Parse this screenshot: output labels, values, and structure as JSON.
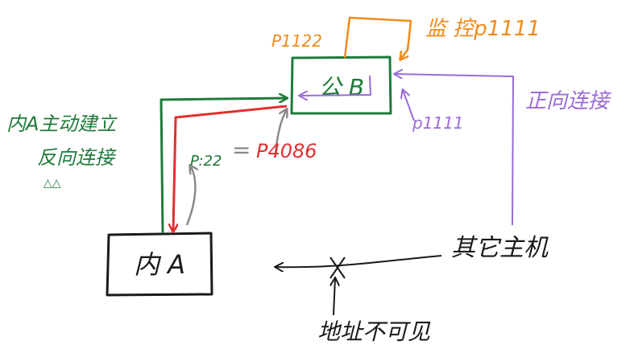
{
  "colors": {
    "black": "#1a1a1a",
    "green": "#1f7a3a",
    "red": "#e03030",
    "orange": "#f08a1c",
    "purple": "#9a6bd6",
    "gray": "#8a8a8a"
  },
  "nodes": {
    "public_b": "公 B",
    "internal_a": "内 A",
    "other_host": "其它主机"
  },
  "labels": {
    "listen": "监 控p1111",
    "p1122": "P1122",
    "forward": "正向连接",
    "p1111": "p1111",
    "reverse_line1": "内A主动建立",
    "reverse_line2": "反向连接",
    "reverse_mark": "△△",
    "p22": "P:22",
    "equals": "=",
    "p4086": "P4086",
    "unreachable": "地址不可见"
  }
}
